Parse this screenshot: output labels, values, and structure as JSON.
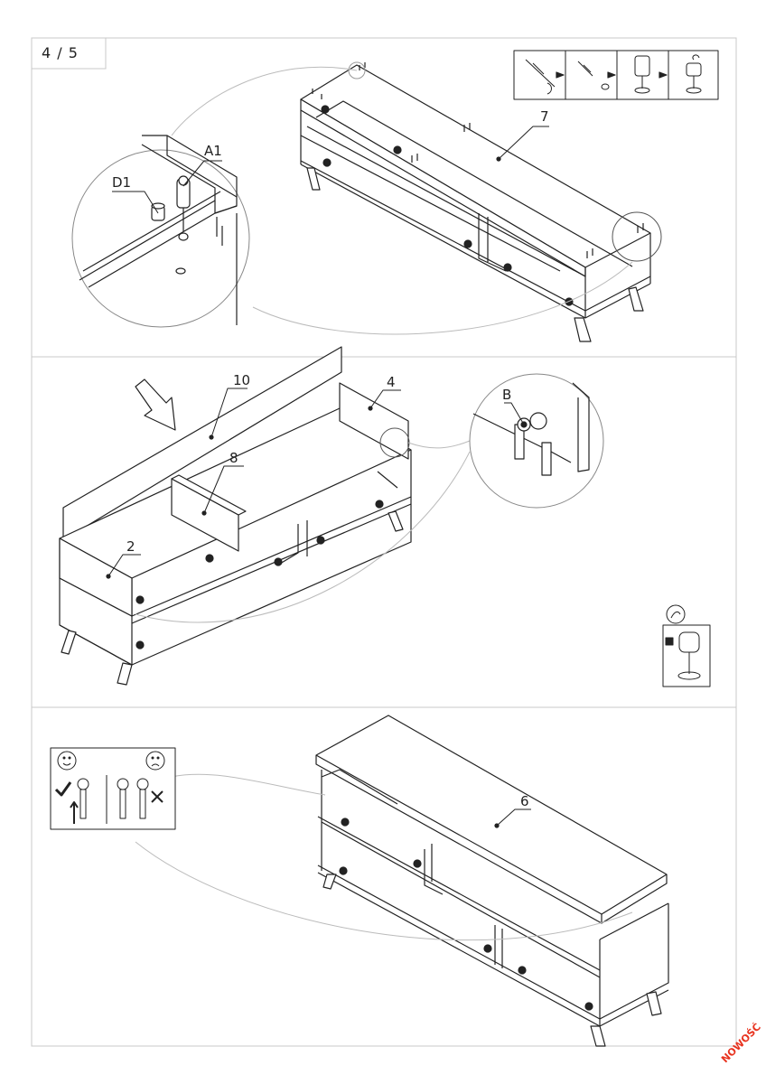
{
  "page_number": "4 / 5",
  "steps": [
    {
      "id": "step-1",
      "part_label": "7",
      "hardware_labels": [
        "A1",
        "D1"
      ]
    },
    {
      "id": "step-2",
      "part_labels": [
        "10",
        "4",
        "8",
        "2"
      ],
      "hardware_labels": [
        "B"
      ]
    },
    {
      "id": "step-3",
      "part_label": "6"
    }
  ],
  "stamp": "NOWOŚĆ",
  "colors": {
    "line": "#222222",
    "frame": "#c8c8c8",
    "stamp": "#e8321e"
  },
  "icons": [
    "cam-lock-sequence-icon",
    "arrow-icon",
    "cam-lock-turn-icon",
    "happy-face-icon",
    "sad-face-icon",
    "checkmark-icon",
    "cross-icon",
    "dowel-icon"
  ]
}
